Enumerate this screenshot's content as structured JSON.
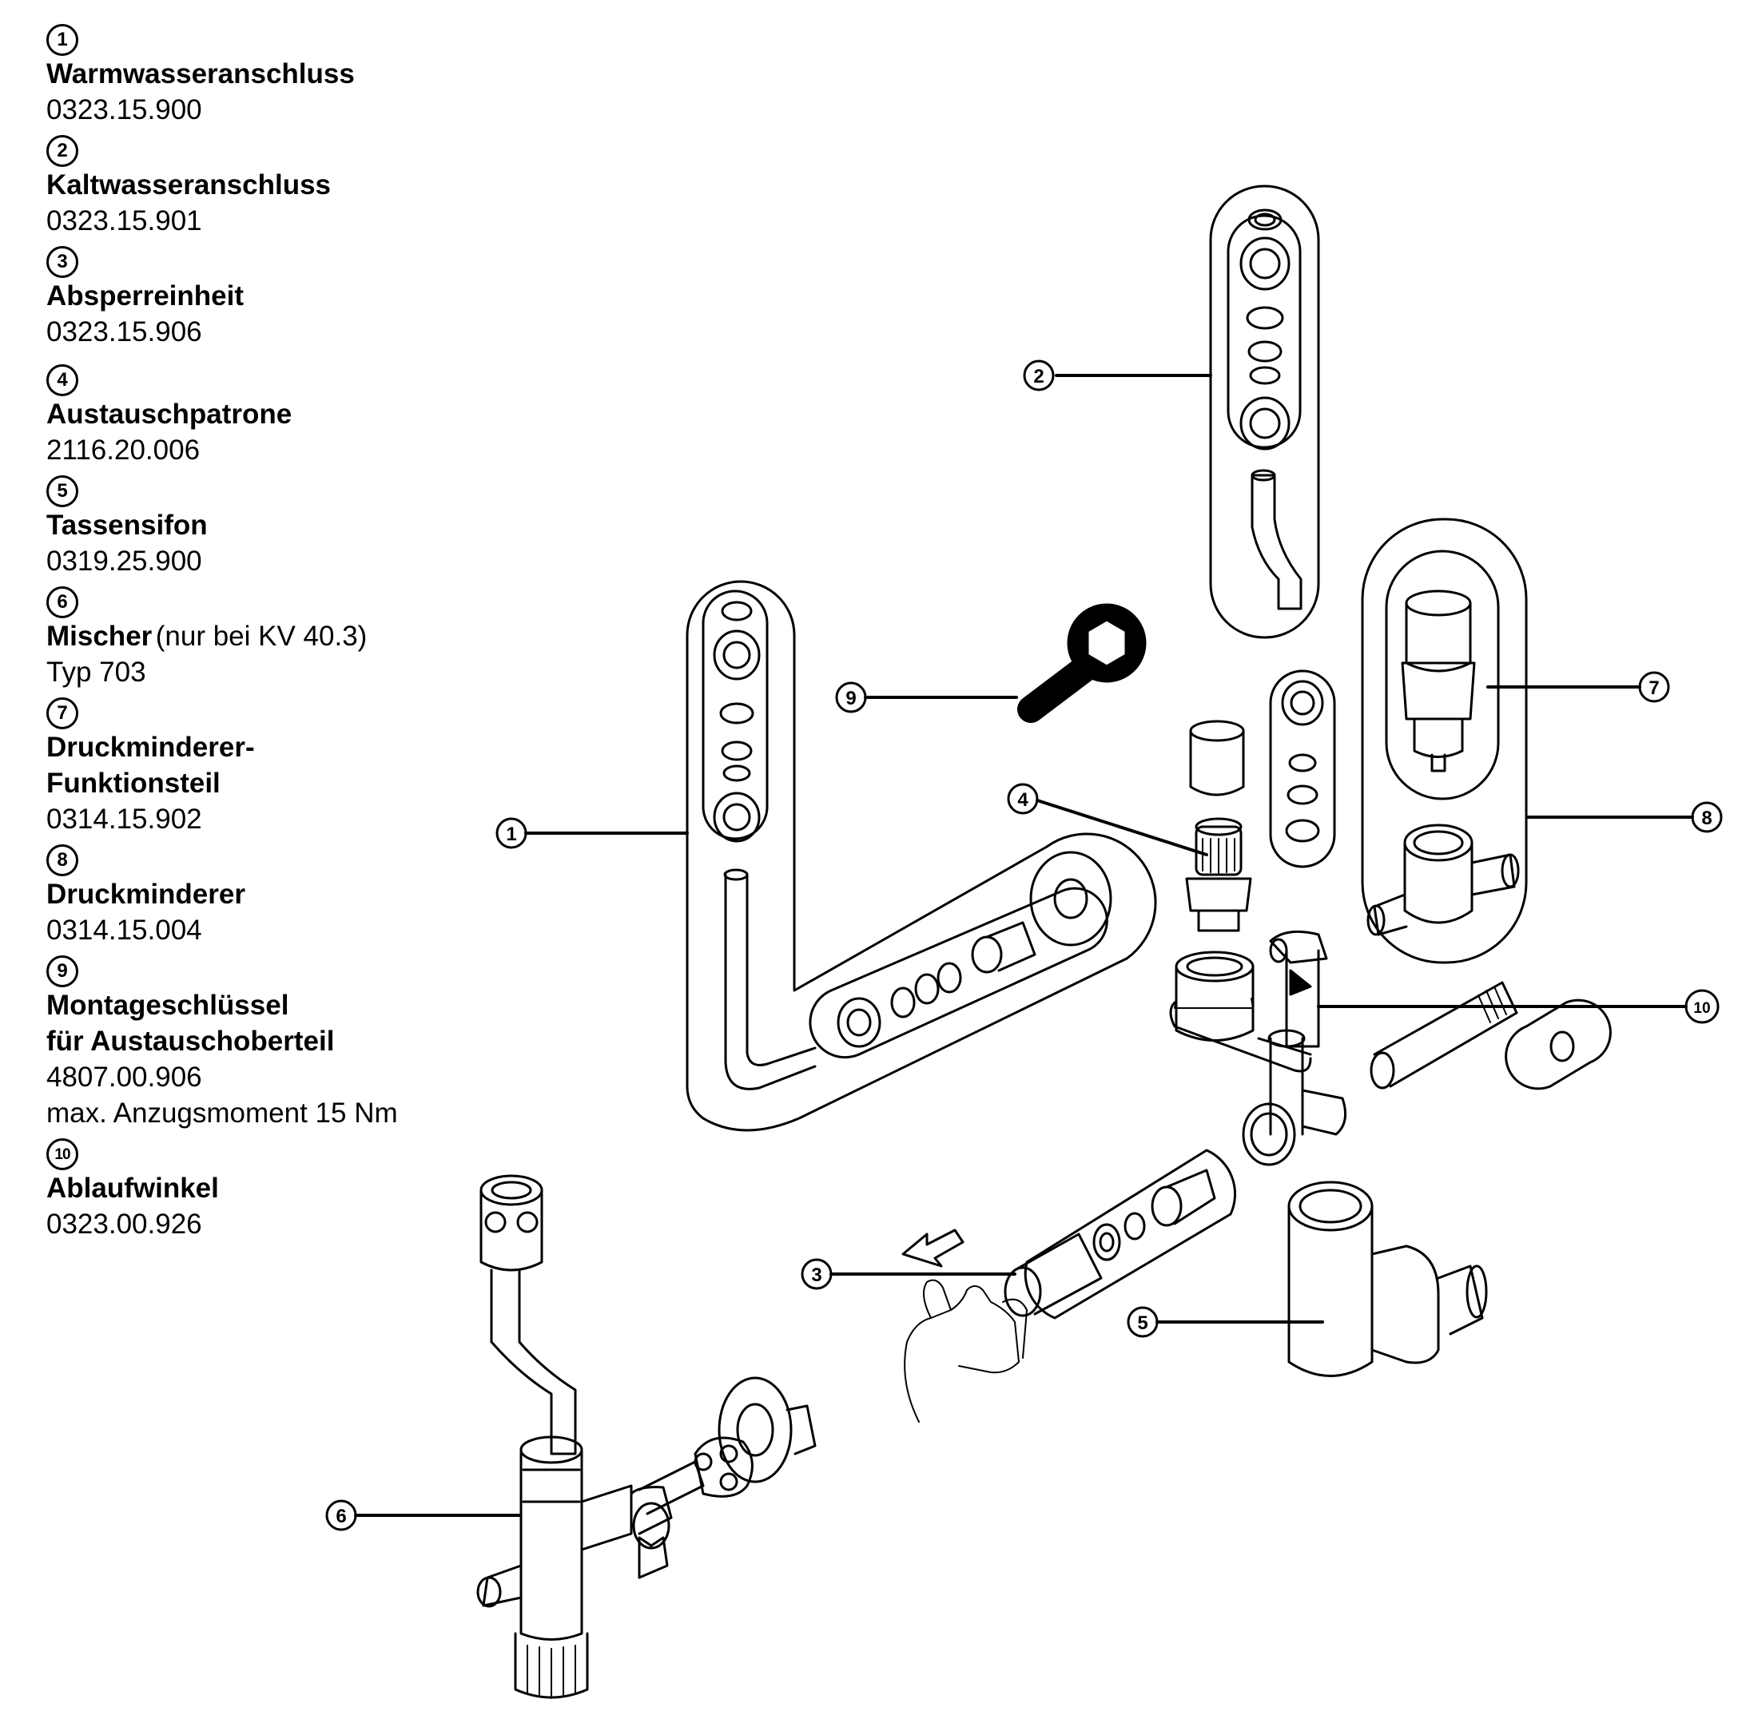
{
  "legend": [
    {
      "num": "1",
      "name": "Warmwasseranschluss",
      "code": "0323.15.900"
    },
    {
      "num": "2",
      "name": "Kaltwasseranschluss",
      "code": "0323.15.901"
    },
    {
      "num": "3",
      "name": "Absperreinheit",
      "code": "0323.15.906"
    },
    {
      "num": "4",
      "name": "Austauschpatrone",
      "code": "2116.20.006"
    },
    {
      "num": "5",
      "name": "Tassensifon",
      "code": "0319.25.900"
    },
    {
      "num": "6",
      "name": "Mischer",
      "note": "(nur bei KV 40.3)",
      "code": "Typ 703"
    },
    {
      "num": "7",
      "name": "Druckminderer-",
      "name2": "Funktionsteil",
      "code": "0314.15.902"
    },
    {
      "num": "8",
      "name": "Druckminderer",
      "code": "0314.15.004"
    },
    {
      "num": "9",
      "name": "Montageschlüssel",
      "name2": "für Austauschoberteil",
      "code": "4807.00.906",
      "extra": "max. Anzugsmoment 15 Nm"
    },
    {
      "num": "10",
      "name": "Ablaufwinkel",
      "code": "0323.00.926"
    }
  ],
  "callouts": {
    "c1": "1",
    "c2": "2",
    "c3": "3",
    "c4": "4",
    "c5": "5",
    "c6": "6",
    "c7": "7",
    "c8": "8",
    "c9": "9",
    "c10": "10"
  }
}
